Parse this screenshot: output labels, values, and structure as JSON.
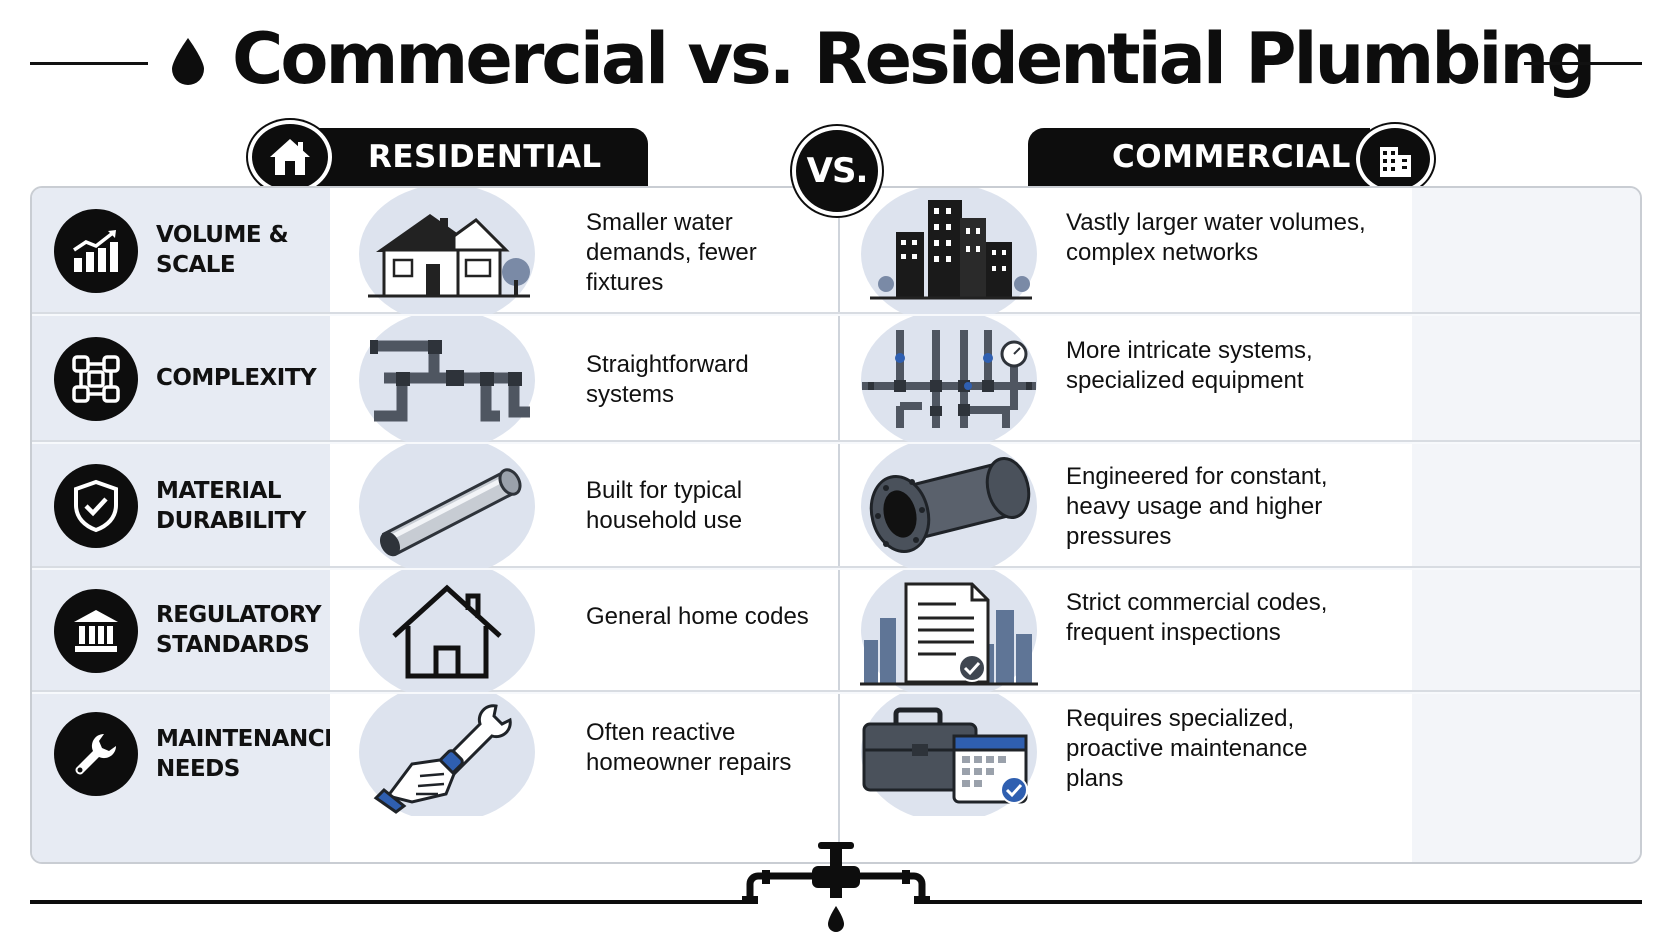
{
  "title": "Commercial vs. Residential Plumbing",
  "columns": {
    "residential": "RESIDENTIAL",
    "vs": "VS.",
    "commercial": "COMMERCIAL"
  },
  "rows": [
    {
      "category": "VOLUME & SCALE",
      "icon": "growth-chart-icon",
      "residential": {
        "illustration": "house-illustration",
        "text": "Smaller water demands, fewer fixtures"
      },
      "commercial": {
        "illustration": "skyscrapers-illustration",
        "text": "Vastly larger water volumes, complex networks"
      }
    },
    {
      "category": "COMPLEXITY",
      "icon": "network-nodes-icon",
      "residential": {
        "illustration": "simple-pipes-illustration",
        "text": "Straightforward systems"
      },
      "commercial": {
        "illustration": "complex-pipes-gauge-illustration",
        "text": "More intricate systems, specialized equipment"
      }
    },
    {
      "category": "MATERIAL DURABILITY",
      "icon": "shield-check-icon",
      "residential": {
        "illustration": "thin-pipe-illustration",
        "text": "Built for typical household use"
      },
      "commercial": {
        "illustration": "flanged-pipe-illustration",
        "text": "Engineered for constant, heavy usage and higher pressures"
      }
    },
    {
      "category": "REGULATORY STANDARDS",
      "icon": "government-building-icon",
      "residential": {
        "illustration": "house-outline-illustration",
        "text": "General home codes"
      },
      "commercial": {
        "illustration": "document-city-illustration",
        "text": "Strict commercial codes, frequent inspections"
      }
    },
    {
      "category": "MAINTENANCE NEEDS",
      "icon": "wrench-icon",
      "residential": {
        "illustration": "hand-wrench-illustration",
        "text": "Often reactive homeowner repairs"
      },
      "commercial": {
        "illustration": "toolbox-calendar-illustration",
        "text": "Requires specialized, proactive maintenance plans"
      }
    }
  ],
  "colors": {
    "ink": "#0d0d0d",
    "category_bg": "#e7ebf3",
    "illustration_bg": "#dde3ee",
    "accent_blue": "#2f5fb0"
  }
}
